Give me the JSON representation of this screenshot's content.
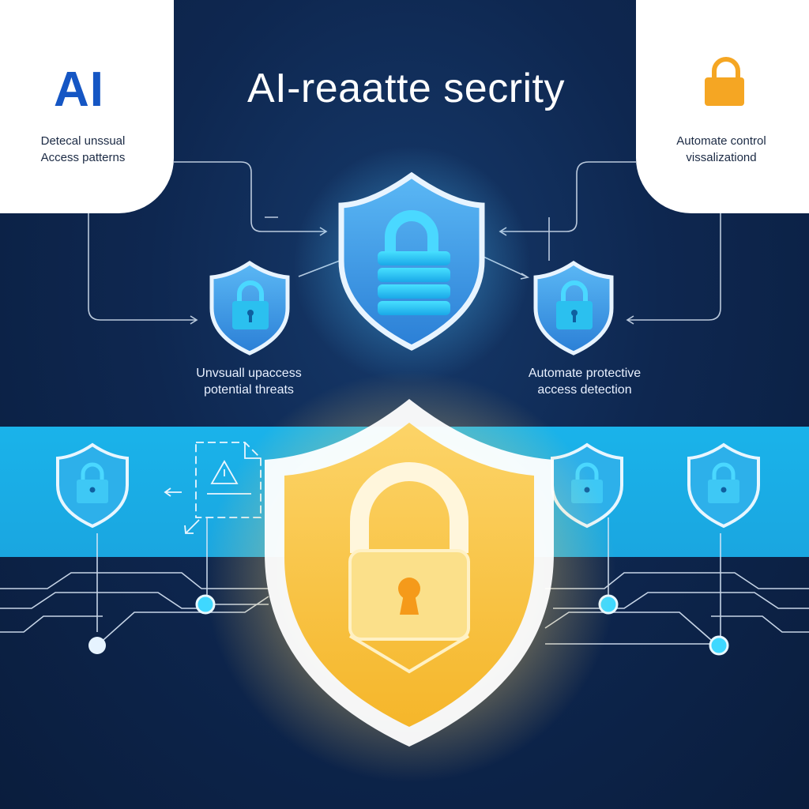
{
  "title": "AI-reaatte secrity",
  "left_card": {
    "logo": "AI",
    "line1": "Detecal unssual",
    "line2": "Access patterns"
  },
  "right_card": {
    "icon": "lock-icon",
    "line1": "Automate control",
    "line2": "vissalizationd"
  },
  "captions": {
    "left_line1": "Unvsuall upaccess",
    "left_line2": "potential threats",
    "right_line1": "Automate protective",
    "right_line2": "access detection"
  },
  "icons": [
    "shield-lock-icon",
    "alert-document-icon",
    "lock-icon",
    "circuit-node-icon"
  ],
  "colors": {
    "background": "#0c2147",
    "band": "#1aa6e0",
    "shield_blue": "#3aa3e8",
    "shield_gold": "#f8c437",
    "accent_orange": "#f5a623",
    "ai_blue": "#1556c4"
  }
}
